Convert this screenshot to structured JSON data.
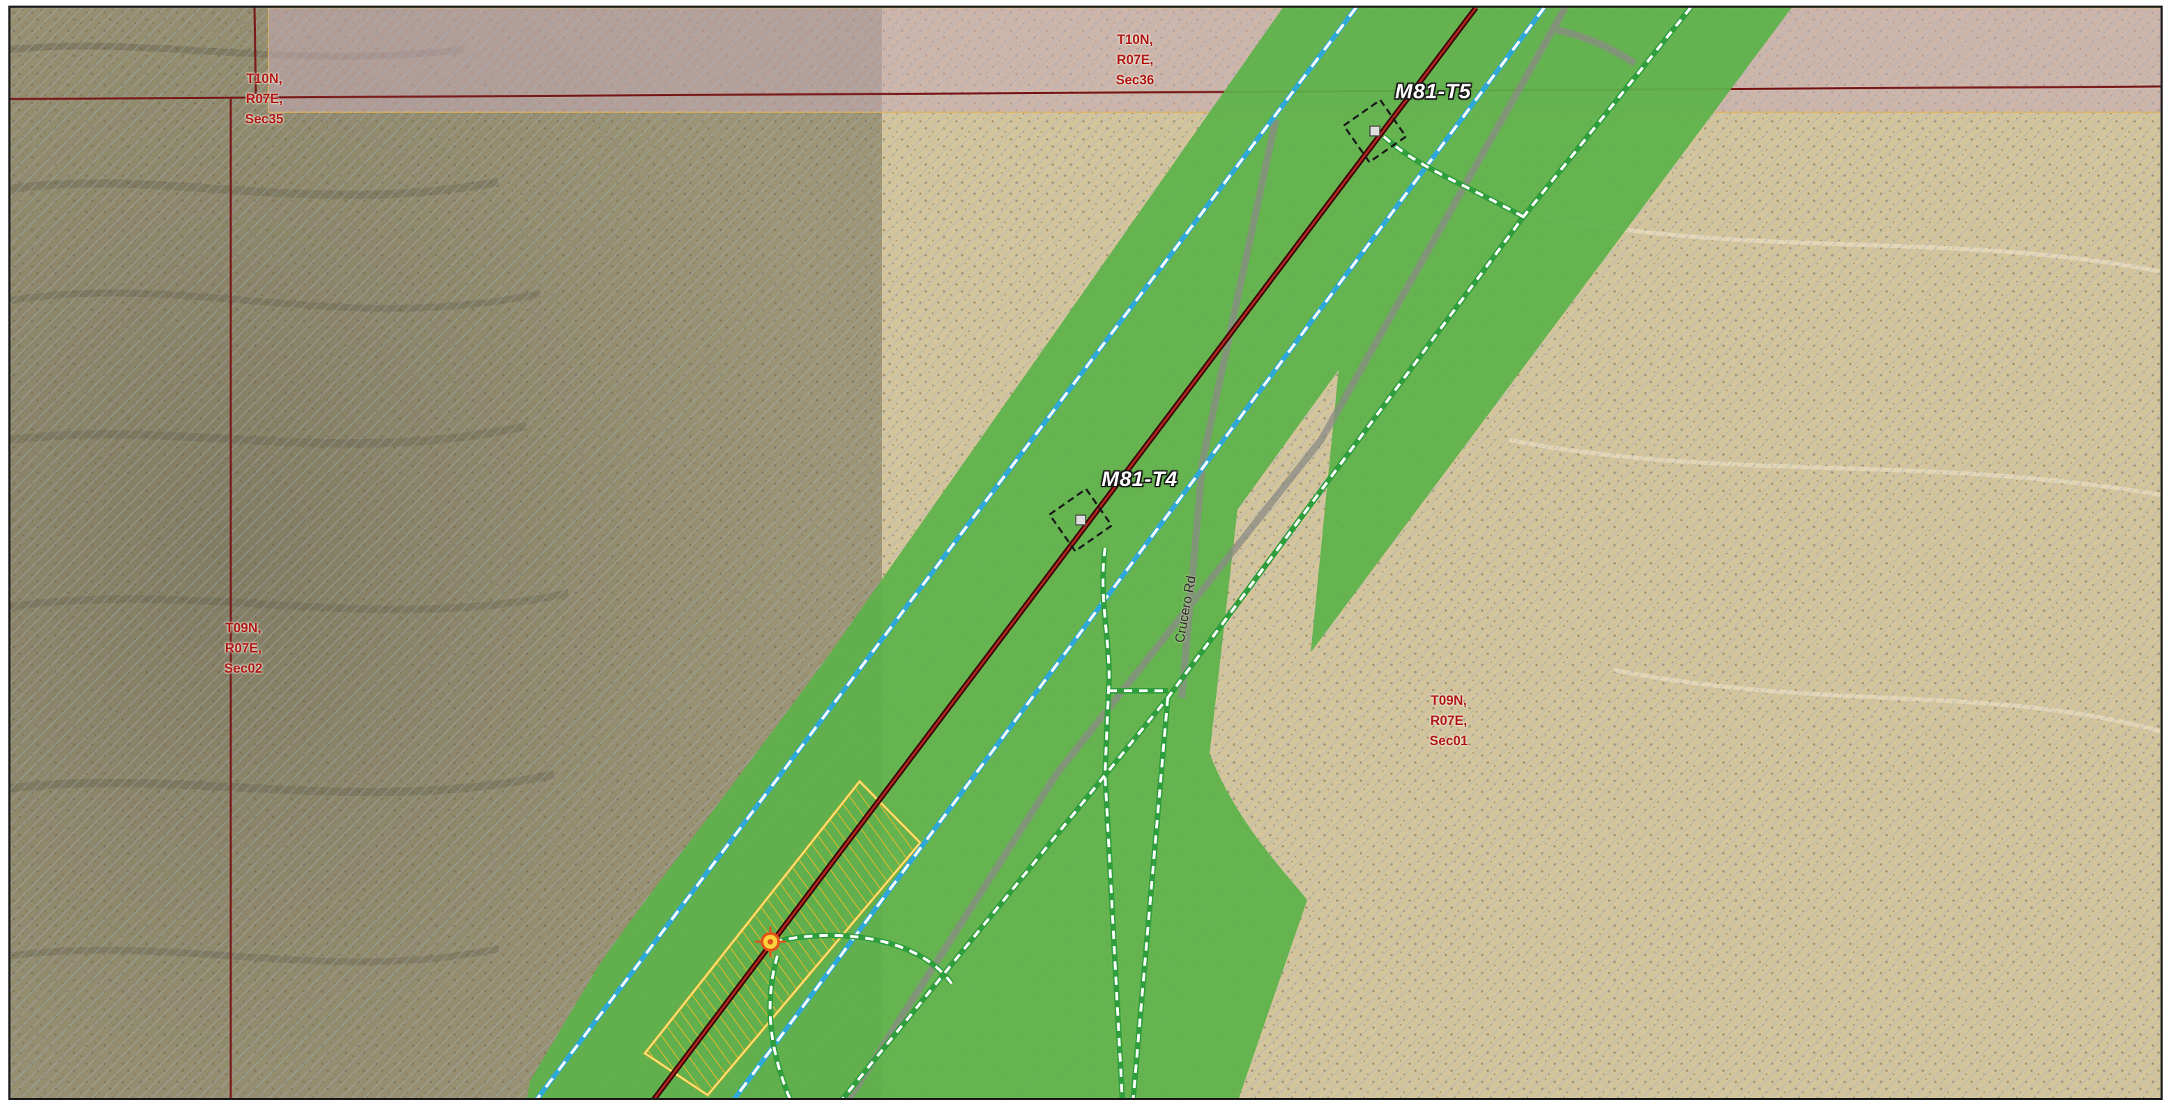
{
  "map": {
    "sections": [
      {
        "id": "t10n-r07e-sec35",
        "lines": [
          "T10N,",
          "R07E,",
          "Sec35"
        ]
      },
      {
        "id": "t10n-r07e-sec36",
        "lines": [
          "T10N,",
          "R07E,",
          "Sec36"
        ]
      },
      {
        "id": "t09n-r07e-sec02",
        "lines": [
          "T09N,",
          "R07E,",
          "Sec02"
        ]
      },
      {
        "id": "t09n-r07e-sec01",
        "lines": [
          "T09N,",
          "R07E,",
          "Sec01"
        ]
      }
    ],
    "towers": [
      {
        "id": "m81-t5",
        "label": "M81-T5"
      },
      {
        "id": "m81-t4",
        "label": "M81-T4"
      }
    ],
    "roads": [
      {
        "id": "crucero-rd",
        "label": "Crucero Rd"
      }
    ],
    "colors": {
      "work_area": "#5cb24a",
      "transmission_line": "#7a1212",
      "section_boundary": "#7a1b1b",
      "row_boundary": "#2ea8d9",
      "access_road": "#2f9e3c",
      "laydown_area": "#e7b824",
      "section_label_text": "#b01818",
      "terrain_desert": "#d2c29a",
      "terrain_rocky": "#8a8466",
      "hatch_overlay": "#9fb4c8",
      "parcel_tint": "#c9a9b6"
    }
  }
}
